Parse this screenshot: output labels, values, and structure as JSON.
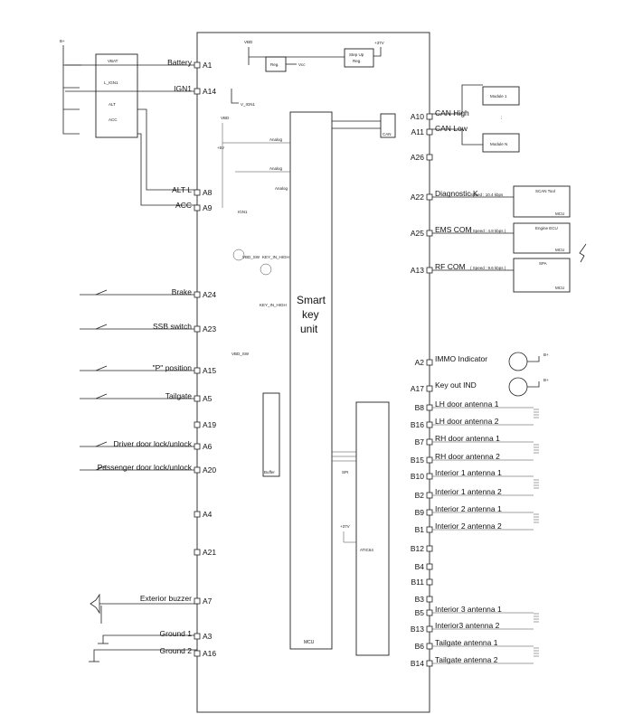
{
  "unit": {
    "title_lines": [
      "Smart",
      "key",
      "unit"
    ],
    "mcu_label": "MCU",
    "vbd_label": "VBD",
    "reg_label": "Reg.",
    "vcc_label": "Vcc",
    "stepup_lines": [
      "Step Up",
      "Reg."
    ],
    "plus37v": "+37V",
    "v_ign1_label": "V_IGN1",
    "can_label": "CAN",
    "buffer_label": "Buffer",
    "spi_label": "SPI",
    "atic_label": "ATIC64",
    "vbd_sw_label": "VBD_SW",
    "key_in_label": "KEY_IN_HIGH",
    "ign1_label": "IGN1",
    "analog_label": "Analog",
    "plus5v": "+5V"
  },
  "external": {
    "bplus": "B+",
    "vbat": "VBAT",
    "l_ign1": "L_IGN1",
    "alt": "ALT",
    "acc": "ACC",
    "module1": "Module 1",
    "modulen": "Module N",
    "dots": "⋮",
    "scan_tool": "SCAN Tool",
    "engine_ecu": "Engine ECU",
    "spa": "SPA",
    "mcu_small": "MCU"
  },
  "left_pins": [
    {
      "name": "Battery",
      "pin": "A1"
    },
    {
      "name": "IGN1",
      "pin": "A14"
    },
    {
      "name": "ALT L",
      "pin": "A8"
    },
    {
      "name": "ACC",
      "pin": "A9"
    },
    {
      "name": "Brake",
      "pin": "A24"
    },
    {
      "name": "SSB switch",
      "pin": "A23"
    },
    {
      "name": "\"P\" position",
      "pin": "A15"
    },
    {
      "name": "Tailgate",
      "pin": "A5"
    },
    {
      "name": "",
      "pin": "A19"
    },
    {
      "name": "Driver door lock/unlock",
      "pin": "A6"
    },
    {
      "name": "Passenger door lock/unlock",
      "pin": "A20"
    },
    {
      "name": "",
      "pin": "A4"
    },
    {
      "name": "",
      "pin": "A21"
    },
    {
      "name": "Exterior buzzer",
      "pin": "A7"
    },
    {
      "name": "Ground 1",
      "pin": "A3"
    },
    {
      "name": "Ground 2",
      "pin": "A16"
    }
  ],
  "right_pins": [
    {
      "pin": "A10",
      "name": "CAN High",
      "sub": ""
    },
    {
      "pin": "A11",
      "name": "CAN Low",
      "sub": ""
    },
    {
      "pin": "A26",
      "name": "",
      "sub": ""
    },
    {
      "pin": "A22",
      "name": "Diagnostic K",
      "sub": "Speed : 10.4 kbps"
    },
    {
      "pin": "A25",
      "name": "EMS COM",
      "sub": "( Speed : 4.8 kbps )"
    },
    {
      "pin": "A13",
      "name": "RF COM",
      "sub": "( Speed : 9.6 kbps )"
    },
    {
      "pin": "A2",
      "name": "IMMO Indicator",
      "sub": ""
    },
    {
      "pin": "A17",
      "name": "Key out IND",
      "sub": ""
    },
    {
      "pin": "B8",
      "name": "LH door antenna 1",
      "sub": ""
    },
    {
      "pin": "B16",
      "name": "LH door antenna 2",
      "sub": ""
    },
    {
      "pin": "B7",
      "name": "RH door antenna 1",
      "sub": ""
    },
    {
      "pin": "B15",
      "name": "RH door antenna 2",
      "sub": ""
    },
    {
      "pin": "B10",
      "name": "Interior 1 antenna 1",
      "sub": ""
    },
    {
      "pin": "B2",
      "name": "Interior 1 antenna 2",
      "sub": ""
    },
    {
      "pin": "B9",
      "name": "Interior 2 antenna 1",
      "sub": ""
    },
    {
      "pin": "B1",
      "name": "Interior 2 antenna 2",
      "sub": ""
    },
    {
      "pin": "B12",
      "name": "",
      "sub": ""
    },
    {
      "pin": "B4",
      "name": "",
      "sub": ""
    },
    {
      "pin": "B11",
      "name": "",
      "sub": ""
    },
    {
      "pin": "B3",
      "name": "",
      "sub": ""
    },
    {
      "pin": "B5",
      "name": "Interior 3 antenna 1",
      "sub": ""
    },
    {
      "pin": "B13",
      "name": "Interior3 antenna 2",
      "sub": ""
    },
    {
      "pin": "B6",
      "name": "Tailgate antenna 1",
      "sub": ""
    },
    {
      "pin": "B14",
      "name": "Tailgate antenna 2",
      "sub": ""
    }
  ]
}
